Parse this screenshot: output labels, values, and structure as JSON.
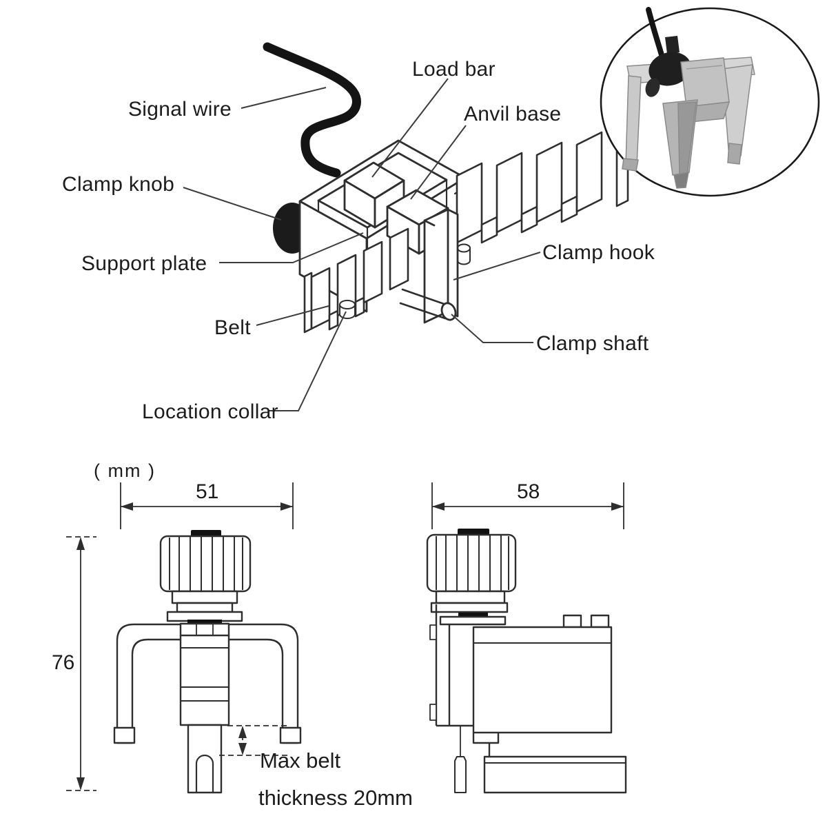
{
  "diagram": {
    "callouts": [
      {
        "id": "signal-wire",
        "label": "Signal wire"
      },
      {
        "id": "load-bar",
        "label": "Load bar"
      },
      {
        "id": "anvil-base",
        "label": "Anvil base"
      },
      {
        "id": "clamp-knob",
        "label": "Clamp knob"
      },
      {
        "id": "support-plate",
        "label": "Support plate"
      },
      {
        "id": "clamp-hook",
        "label": "Clamp hook"
      },
      {
        "id": "belt",
        "label": "Belt"
      },
      {
        "id": "clamp-shaft",
        "label": "Clamp shaft"
      },
      {
        "id": "location-collar",
        "label": "Location collar"
      }
    ],
    "units_note": "( mm )",
    "views": {
      "front": {
        "width_mm": "51",
        "height_mm": "76"
      },
      "side": {
        "width_mm": "58"
      }
    },
    "belt_note": {
      "line1": "Max belt",
      "line2": "thickness 20mm"
    }
  },
  "colors": {
    "line": "#2e2e2e",
    "leader": "#3c3c3c",
    "wire": "#141414",
    "text": "#1c1c1c",
    "metal_light": "#d6d6d6",
    "metal_mid": "#b9b9b9",
    "metal_dark": "#8f8f8f"
  }
}
